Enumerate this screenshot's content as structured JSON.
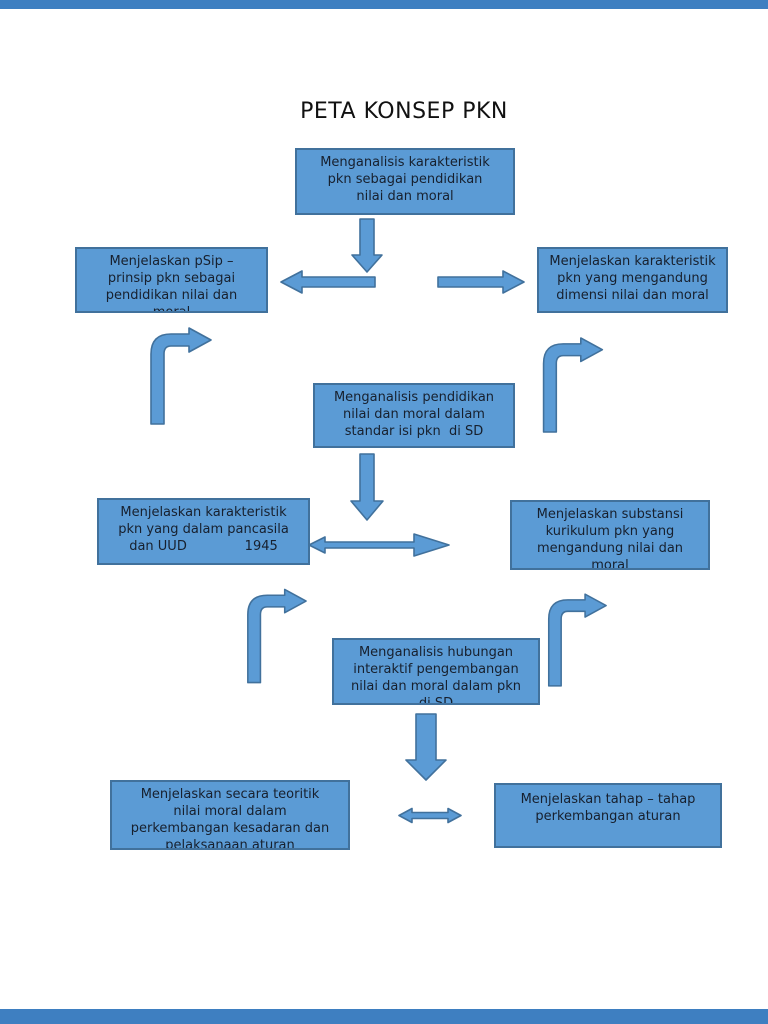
{
  "page": {
    "title": "PETA KONSEP PKN"
  },
  "colors": {
    "shape_fill": "#5b9bd5",
    "shape_border": "#41719c",
    "page_edge_bar": "#3e7fc1",
    "text": "#17202e"
  },
  "nodes": [
    {
      "id": "analyze-characteristics",
      "text": "Menganalisis karakteristik\npkn sebagai pendidikan\nnilai dan moral"
    },
    {
      "id": "explain-principles",
      "text": "Menjelaskan pSip –\nprinsip pkn sebagai\npendidikan nilai dan\nmoral"
    },
    {
      "id": "explain-characteristics-dimension",
      "text": "Menjelaskan karakteristik\npkn yang mengandung\ndimensi nilai dan moral"
    },
    {
      "id": "analyze-education-standard",
      "text": "Menganalisis pendidikan\nnilai dan moral dalam\nstandar isi pkn  di SD"
    },
    {
      "id": "explain-characteristics-pancasila",
      "text": "Menjelaskan karakteristik\npkn yang dalam pancasila\ndan UUD              1945"
    },
    {
      "id": "explain-curriculum-substance",
      "text": "Menjelaskan substansi\nkurikulum pkn yang\nmengandung nilai dan\nmoral"
    },
    {
      "id": "analyze-interactive-relation",
      "text": "Menganalisis hubungan\ninteraktif pengembangan\nnilai dan moral dalam pkn\ndi SD"
    },
    {
      "id": "explain-theoretical-development",
      "text": "Menjelaskan secara teoritik\nnilai moral dalam\nperkembangan kesadaran dan\npelaksanaan aturan"
    },
    {
      "id": "explain-rule-stages",
      "text": "Menjelaskan tahap – tahap\nperkembangan aturan"
    }
  ],
  "connectors": [
    {
      "name": "arrow-down-top",
      "type": "down"
    },
    {
      "name": "arrow-point-left",
      "type": "left"
    },
    {
      "name": "arrow-point-right",
      "type": "right"
    },
    {
      "name": "bent-arrow-upper-left",
      "type": "up-then-right"
    },
    {
      "name": "bent-arrow-upper-right",
      "type": "up-then-right"
    },
    {
      "name": "arrow-down-middle",
      "type": "down"
    },
    {
      "name": "arrow-double-middle",
      "type": "left-right"
    },
    {
      "name": "bent-arrow-lower-left",
      "type": "up-then-right"
    },
    {
      "name": "bent-arrow-lower-right",
      "type": "up-then-right"
    },
    {
      "name": "arrow-down-bottom",
      "type": "down"
    },
    {
      "name": "arrow-double-bottom",
      "type": "left-right"
    }
  ]
}
